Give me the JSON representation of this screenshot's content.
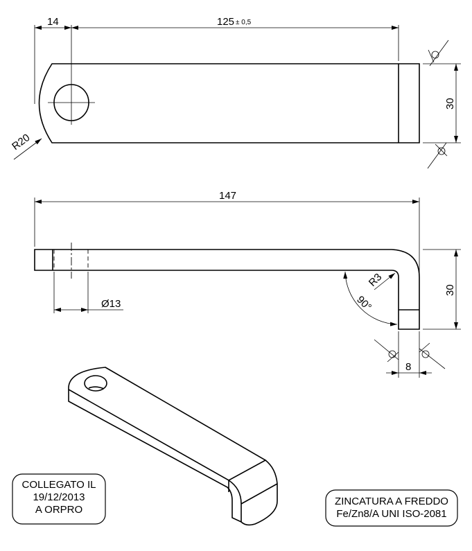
{
  "top_view": {
    "dim_14": "14",
    "dim_125": "125",
    "dim_125_tol": "± 0,5",
    "dim_30": "30",
    "radius": "R20"
  },
  "side_view": {
    "dim_147": "147",
    "dim_hole": "Ø13",
    "radius": "R3",
    "angle": "90°",
    "dim_30": "30",
    "dim_8": "8"
  },
  "notes": {
    "left_box": [
      "COLLEGATO IL",
      "19/12/2013",
      "A ORPRO"
    ],
    "right_box": [
      "ZINCATURA A FREDDO",
      "Fe/Zn8/A UNI ISO-2081"
    ]
  }
}
